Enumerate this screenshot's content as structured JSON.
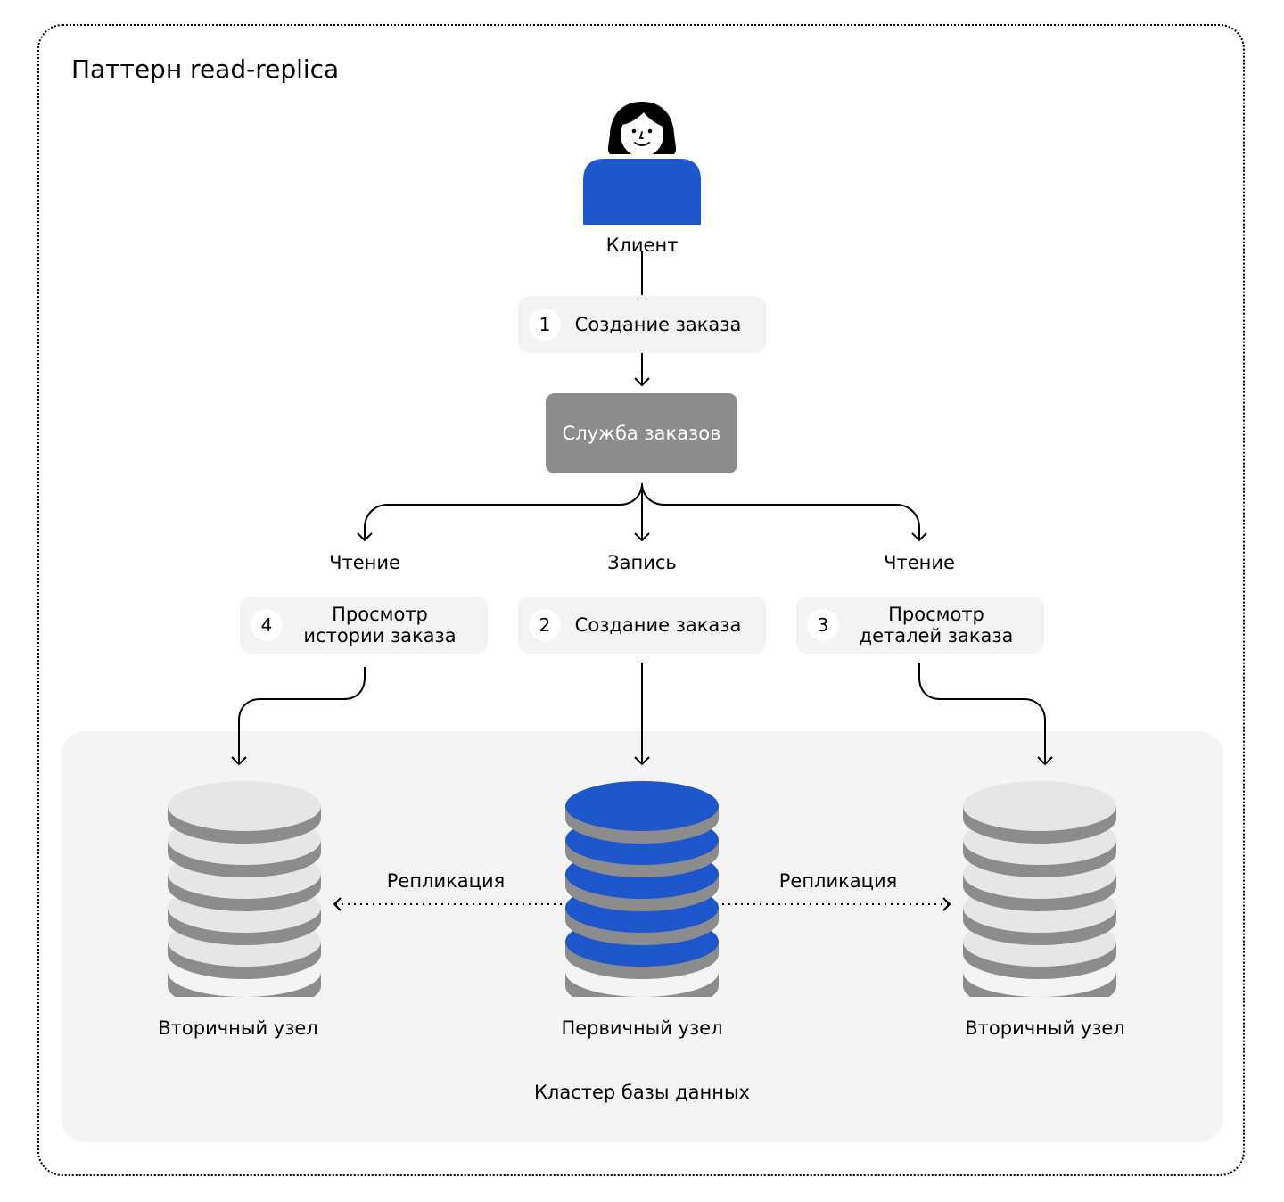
{
  "title": "Паттерн read-replica",
  "client": {
    "label": "Клиент",
    "icon": "user-avatar-icon"
  },
  "steps": [
    {
      "number": "1",
      "lines": [
        "Создание заказа"
      ]
    },
    {
      "number": "2",
      "lines": [
        "Создание заказа"
      ]
    },
    {
      "number": "3",
      "lines": [
        "Просмотр",
        "деталей заказа"
      ]
    },
    {
      "number": "4",
      "lines": [
        "Просмотр",
        "истории заказа"
      ]
    }
  ],
  "service": {
    "label": "Служба заказов"
  },
  "operations": {
    "read_left": "Чтение",
    "write": "Запись",
    "read_right": "Чтение"
  },
  "replication": {
    "left": "Репликация",
    "right": "Репликация"
  },
  "nodes": {
    "secondary_left": "Вторичный узел",
    "primary": "Первичный узел",
    "secondary_right": "Вторичный узел"
  },
  "cluster": {
    "label": "Кластер базы данных"
  },
  "colors": {
    "accent_blue": "#1e56cc",
    "service_gray": "#8c8c8c",
    "db_gray_top": "#e6e6e6",
    "db_gray_band": "#8c8c8c",
    "panel_bg": "#f4f4f4",
    "pill_bg": "#f3f3f3"
  }
}
